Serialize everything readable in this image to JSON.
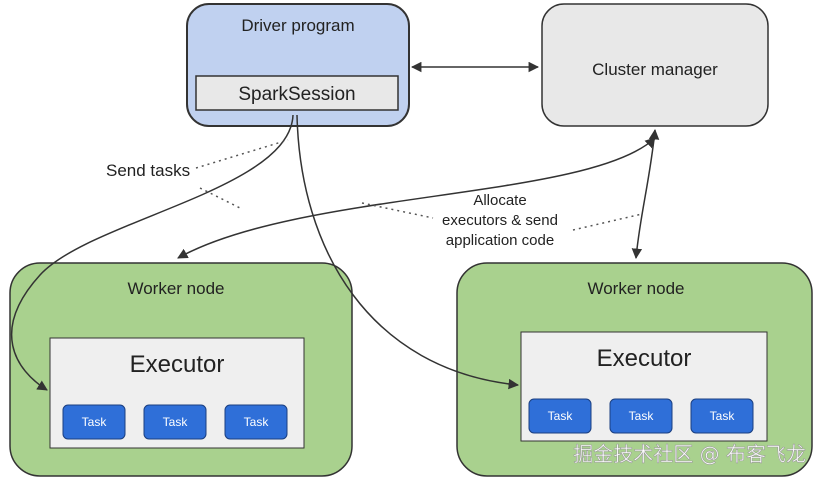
{
  "driver": {
    "title": "Driver program",
    "session": "SparkSession"
  },
  "cluster_manager": {
    "title": "Cluster manager"
  },
  "annotations": {
    "send_tasks": "Send tasks",
    "allocate_line1": "Allocate",
    "allocate_line2": "executors & send",
    "allocate_line3": "application code"
  },
  "workers": [
    {
      "title": "Worker node",
      "executor": "Executor",
      "tasks": [
        "Task",
        "Task",
        "Task"
      ]
    },
    {
      "title": "Worker node",
      "executor": "Executor",
      "tasks": [
        "Task",
        "Task",
        "Task"
      ]
    }
  ],
  "watermark": "掘金技术社区 @ 布客飞龙",
  "colors": {
    "driver_fill": "#c0d1f0",
    "cluster_fill": "#e8e8e8",
    "worker_fill": "#a9d18e",
    "executor_fill": "#efefef",
    "task_fill": "#2f6fd8",
    "stroke": "#333333"
  }
}
